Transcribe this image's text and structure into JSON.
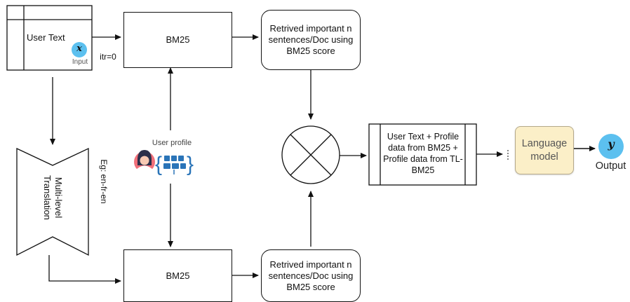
{
  "input": {
    "label": "User Text",
    "symbol": "x",
    "caption": "Input"
  },
  "edges": {
    "itr_label": "itr=0",
    "translation_example": "Eg: en-fr-en"
  },
  "bm25_top": {
    "label": "BM25"
  },
  "bm25_bottom": {
    "label": "BM25"
  },
  "retrieve_top": {
    "label": "Retrived important n sentences/Doc using BM25 score"
  },
  "retrieve_bottom": {
    "label": "Retrived important n sentences/Doc using BM25 score"
  },
  "translation": {
    "label": "Multi-level Translation"
  },
  "user_profile": {
    "label": "User profile",
    "icon": "user-profile-icon"
  },
  "combine": {
    "icon": "combine-cross-circle-icon"
  },
  "combined_text": {
    "label": "User Text + Profile data from BM25 + Profile data from TL-BM25"
  },
  "language_model": {
    "label": "Language model",
    "fill": "#fbefc8",
    "border": "#b5a98a"
  },
  "output": {
    "symbol": "y",
    "caption": "Output"
  },
  "colors": {
    "symbol_circle": "#5cc0ef",
    "avatar_bg": "#f0707a",
    "profile_blue": "#2a74b8"
  }
}
